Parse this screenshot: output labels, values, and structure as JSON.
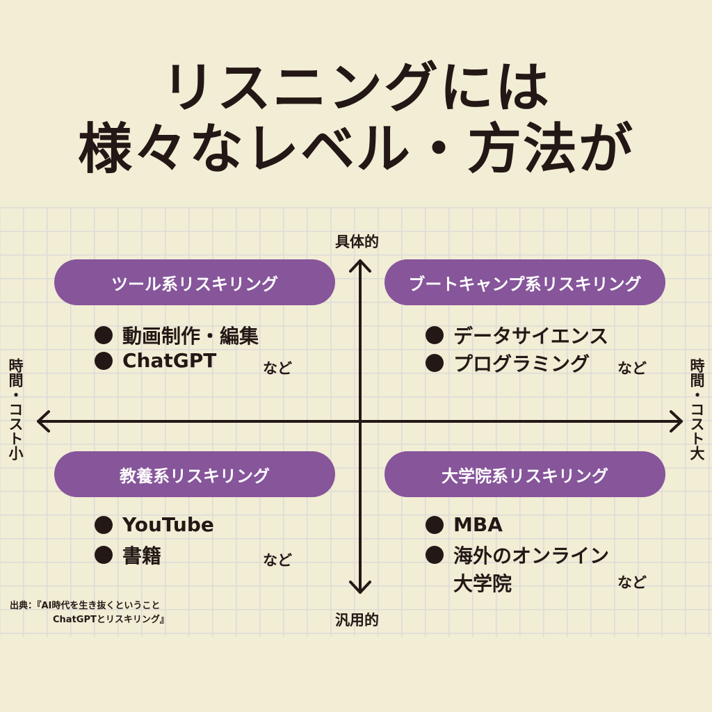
{
  "title": {
    "line1": "リスニングには",
    "line2": "様々なレベル・方法が"
  },
  "axes": {
    "top": "具体的",
    "bottom": "汎用的",
    "left": "時間・コスト小",
    "right": "時間・コスト大"
  },
  "quadrants": [
    {
      "label": "ツール系リスキリング",
      "items": [
        "動画制作・編集",
        "ChatGPT"
      ],
      "etc": "など"
    },
    {
      "label": "ブートキャンプ系リスキリング",
      "items": [
        "データサイエンス",
        "プログラミング"
      ],
      "etc": "など"
    },
    {
      "label": "教養系リスキリング",
      "items": [
        "YouTube",
        "書籍"
      ],
      "etc": "など"
    },
    {
      "label": "大学院系リスキリング",
      "items": [
        "MBA",
        "海外のオンライン",
        "大学院"
      ],
      "etc": "など"
    }
  ],
  "source": {
    "line1": "出典：『AI時代を生き抜くということ",
    "line2": "ChatGPTとリスキリング』"
  },
  "colors": {
    "accent": "#86559a",
    "background": "#f2edd5"
  }
}
